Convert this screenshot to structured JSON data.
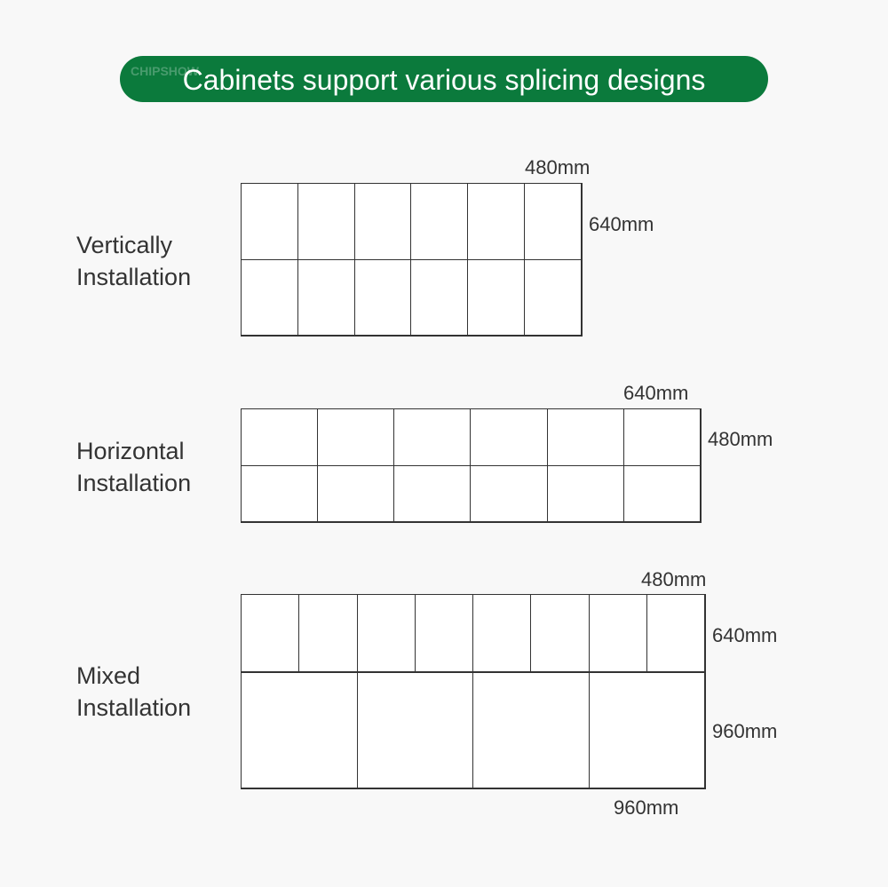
{
  "banner": {
    "title": "Cabinets support various splicing designs",
    "logo": "CHIPSHOW"
  },
  "sections": [
    {
      "label_line1": "Vertically",
      "label_line2": "Installation",
      "width": "480mm",
      "height": "640mm",
      "cols": 6,
      "rows": 2
    },
    {
      "label_line1": "Horizontal",
      "label_line2": "Installation",
      "width": "640mm",
      "height": "480mm",
      "cols": 6,
      "rows": 2
    },
    {
      "label_line1": "Mixed",
      "label_line2": "Installation",
      "top_width": "480mm",
      "top_height": "640mm",
      "bottom_height": "960mm",
      "bottom_width": "960mm",
      "top_cols": 8,
      "bottom_cols": 4
    }
  ]
}
